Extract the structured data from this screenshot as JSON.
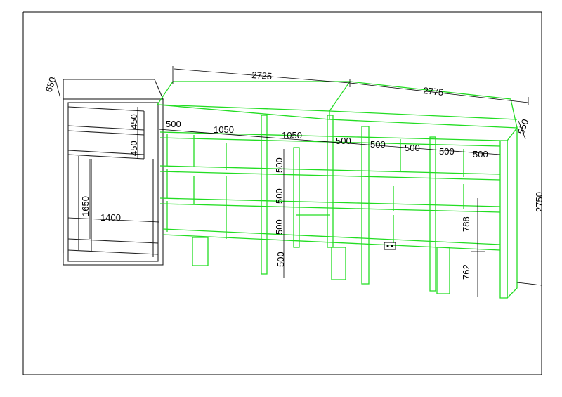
{
  "drawing": {
    "dimensions": {
      "cabinet_depth": "650",
      "drawer_height_1": "450",
      "drawer_height_2": "450",
      "cabinet_height": "1650",
      "cabinet_width": "1400",
      "top_width_1": "2725",
      "top_width_2": "2775",
      "top_depth": "550",
      "cell_1": "500",
      "cell_2": "1050",
      "cell_3": "1050",
      "cell_4": "500",
      "cell_5": "500",
      "cell_6": "500",
      "cell_7": "500",
      "cell_8": "500",
      "vert_1": "500",
      "vert_2": "500",
      "vert_3": "500",
      "vert_4": "500",
      "right_788": "788",
      "right_762": "762",
      "total_height": "2750"
    },
    "colors": {
      "outline": "#222222",
      "shelving": "#22dd22",
      "dimension": "#000000"
    }
  }
}
